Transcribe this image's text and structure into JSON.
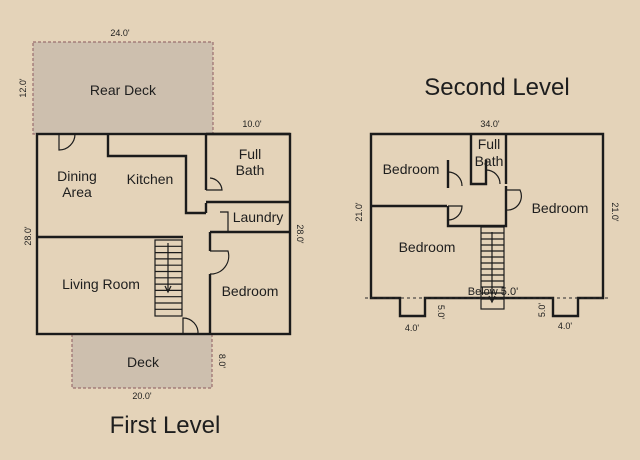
{
  "first_level": {
    "title": "First Level",
    "rooms": {
      "rear_deck": "Rear Deck",
      "dining_area_line1": "Dining",
      "dining_area_line2": "Area",
      "kitchen": "Kitchen",
      "full_bath_line1": "Full",
      "full_bath_line2": "Bath",
      "laundry": "Laundry",
      "living_room": "Living Room",
      "bedroom": "Bedroom",
      "deck": "Deck"
    },
    "dimensions": {
      "rear_deck_width": "24.0'",
      "rear_deck_depth": "12.0'",
      "bath_width": "10.0'",
      "left_side": "28.0'",
      "right_side": "28.0'",
      "deck_depth": "8.0'",
      "deck_width": "20.0'"
    }
  },
  "second_level": {
    "title": "Second Level",
    "rooms": {
      "bedroom_top_left": "Bedroom",
      "full_bath_line1": "Full",
      "full_bath_line2": "Bath",
      "bedroom_right": "Bedroom",
      "bedroom_bottom_left": "Bedroom",
      "below_note": "Below 5.0'"
    },
    "dimensions": {
      "width": "34.0'",
      "left_side": "21.0'",
      "right_side": "21.0'",
      "left_bump_width": "4.0'",
      "left_bump_depth": "5.0'",
      "right_bump_depth": "5.0'",
      "right_bump_width": "4.0'"
    }
  }
}
